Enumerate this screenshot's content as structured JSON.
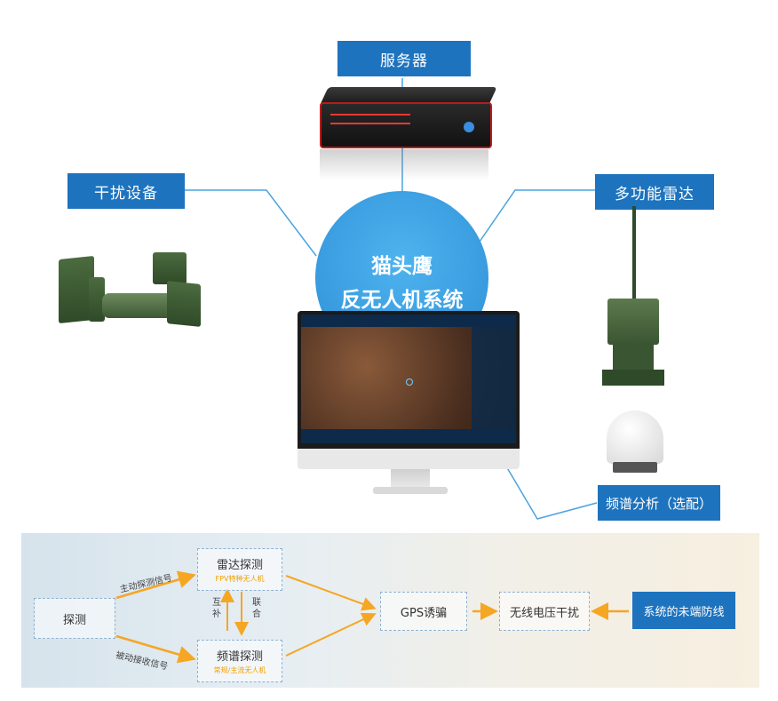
{
  "labels": {
    "server": "服务器",
    "jammer": "干扰设备",
    "radar": "多功能雷达",
    "spectrum": "频谱分析（选配）"
  },
  "center": {
    "line1": "猫头鹰",
    "line2": "反无人机系统"
  },
  "flow": {
    "detect": "探测",
    "radar_detect": "雷达探测",
    "radar_detect_sub": "FPV特种无人机",
    "spectrum_detect": "频谱探测",
    "spectrum_detect_sub": "常规/主流无人机",
    "active_label": "主动探测信号",
    "passive_label": "被动接收信号",
    "mutual_label": "互补",
    "joint_label": "联合",
    "gps": "GPS诱骗",
    "jam": "无线电压干扰",
    "terminal": "系统的未端防线"
  },
  "colors": {
    "label_blue": "#1e73be",
    "line_blue": "#4aa3df",
    "arrow_orange": "#f5a623",
    "circle_blue": "#3ea2e6"
  }
}
